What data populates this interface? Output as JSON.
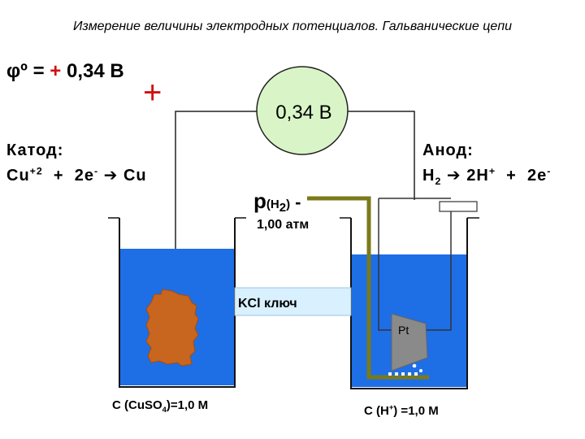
{
  "title": "Измерение величины электродных потенциалов. Гальванические цепи",
  "potential": {
    "symbol": "φº",
    "eq": " = ",
    "sign": "+",
    "value": " 0,34 В"
  },
  "cathode": {
    "title": "Катод:",
    "ion": "Cu",
    "ion_charge": "+2",
    "plus": "  +  2e",
    "electron_sign": "-",
    "arrow": " ➔ ",
    "product": "Cu"
  },
  "anode": {
    "title": "Анод:",
    "reactant": "H",
    "reactant_sub": "2",
    "arrow": " ➔ ",
    "product": "2H",
    "product_charge": "+",
    "plus": "  +  2e",
    "electron_sign": "-"
  },
  "cathode_sign": "+",
  "voltmeter": {
    "value": "0,34 В"
  },
  "pressure": {
    "p": "p",
    "h2_open": "(H",
    "h2_sub": "2",
    "h2_close": ")",
    "dash": " -",
    "value": "1,00 атм"
  },
  "salt_bridge": {
    "label": "KCl ключ"
  },
  "platinum": {
    "label": "Pt"
  },
  "left_concentration": {
    "prefix": "C (CuSO",
    "sub": "4",
    "suffix": ")=1,0 М"
  },
  "right_concentration": {
    "prefix": "C (H",
    "sup": "+",
    "suffix": ") =1,0 М"
  },
  "colors": {
    "solution": "#1e6ee6",
    "copper": "#c8651e",
    "wire_gold": "#7a7a1a",
    "voltmeter_fill": "#d9f5c8",
    "bridge": "#d9f0ff",
    "red": "#d01010",
    "platinum": "#8a8a8a"
  }
}
